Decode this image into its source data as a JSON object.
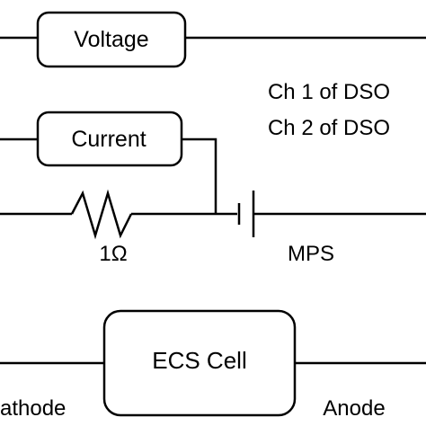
{
  "diagram": {
    "blocks": {
      "voltage": "Voltage",
      "current": "Current",
      "ecs_cell": "ECS Cell"
    },
    "channels": {
      "ch1": "Ch 1 of DSO",
      "ch2": "Ch 2 of DSO"
    },
    "components": {
      "resistor_value": "1Ω",
      "power_supply": "MPS"
    },
    "terminals": {
      "cathode": "athode",
      "anode": "Anode"
    },
    "colors": {
      "stroke": "#000000",
      "background": "#ffffff"
    }
  }
}
